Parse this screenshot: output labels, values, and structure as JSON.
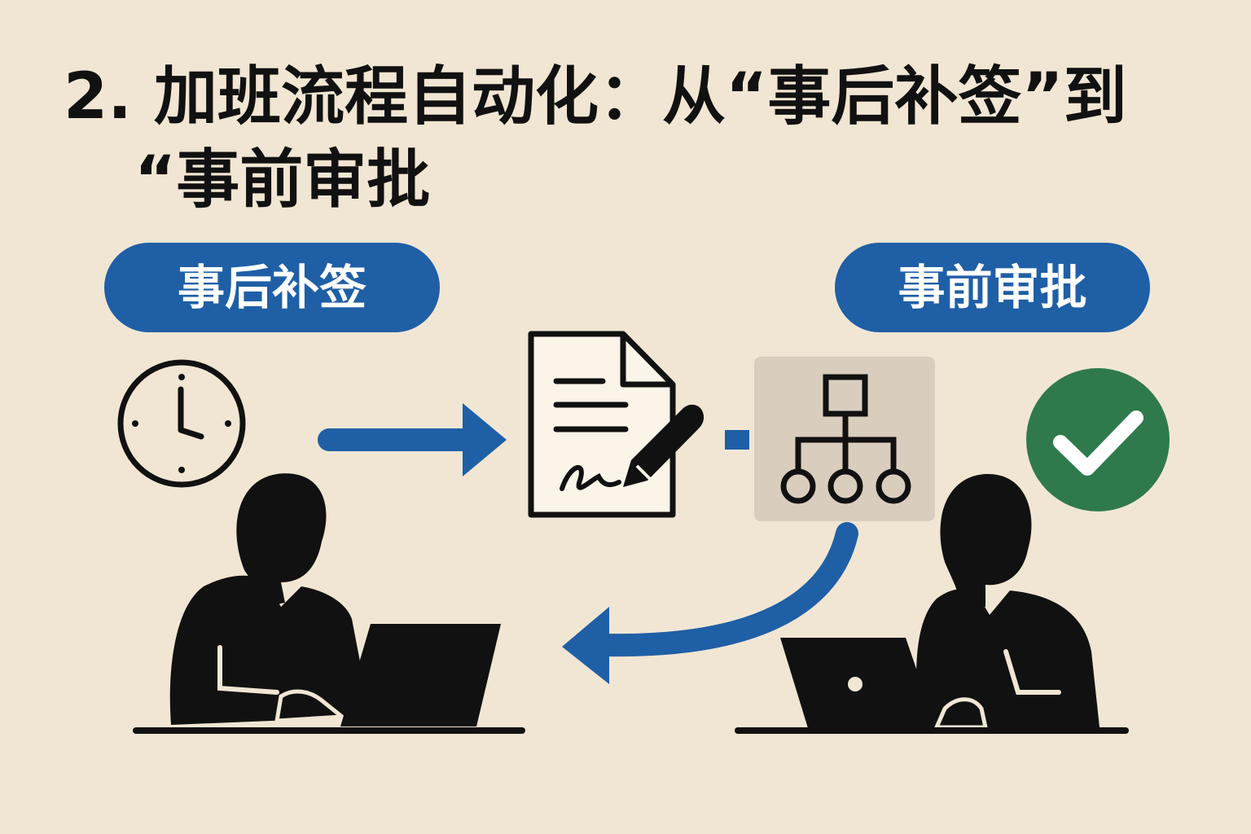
{
  "title": {
    "line1": "2. 加班流程自动化：从“事后补签”到",
    "line2": "“事前审批"
  },
  "labels": {
    "left_pill": "事后补签",
    "right_pill": "事前审批"
  },
  "icons": [
    "clock-icon",
    "arrow-right-icon",
    "signed-document-icon",
    "pen-icon",
    "org-chart-icon",
    "check-circle-icon",
    "curved-arrow-left-icon",
    "person-at-laptop-icon"
  ],
  "colors": {
    "background": "#f1e6d3",
    "blue": "#1f5fa6",
    "green": "#2f7a4c",
    "org_box": "#d9cebe",
    "ink": "#111111"
  }
}
